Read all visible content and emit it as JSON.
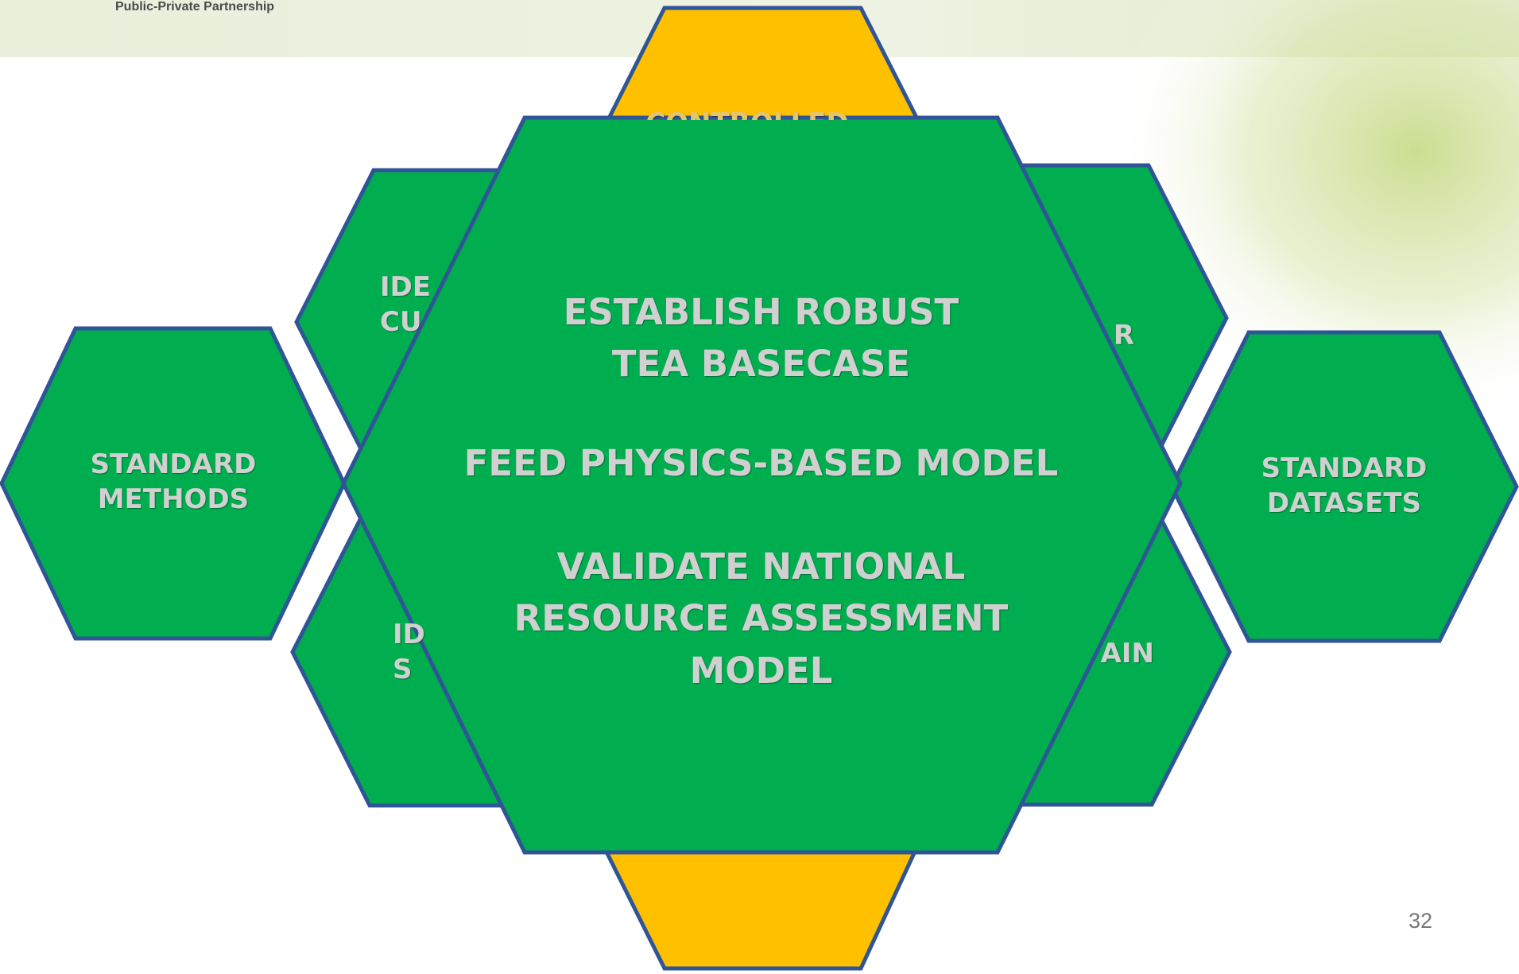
{
  "header": {
    "org_subtitle": "Public-Private Partnership"
  },
  "colors": {
    "hex_green": "#00ad4f",
    "hex_yellow": "#ffc000",
    "hex_border": "#2f5597",
    "label_text": "#d0d0d0",
    "banner_bg": "#eef1e2"
  },
  "hexes": {
    "left": {
      "label": "STANDARD\nMETHODS"
    },
    "right": {
      "label": "STANDARD\nDATASETS"
    },
    "upper_left": {
      "label": "IDE\nCU"
    },
    "lower_left": {
      "label": "ID\nS"
    },
    "upper_right": {
      "label": "R"
    },
    "lower_right": {
      "label": "AIN"
    },
    "top_yellow": {
      "label": "CONTROLLED"
    },
    "center": {
      "line1": "ESTABLISH ROBUST\nTEA BASECASE",
      "line2": "FEED PHYSICS-BASED MODEL",
      "line3": "VALIDATE NATIONAL\nRESOURCE ASSESSMENT\nMODEL"
    }
  },
  "footer": {
    "page_number": "32"
  }
}
